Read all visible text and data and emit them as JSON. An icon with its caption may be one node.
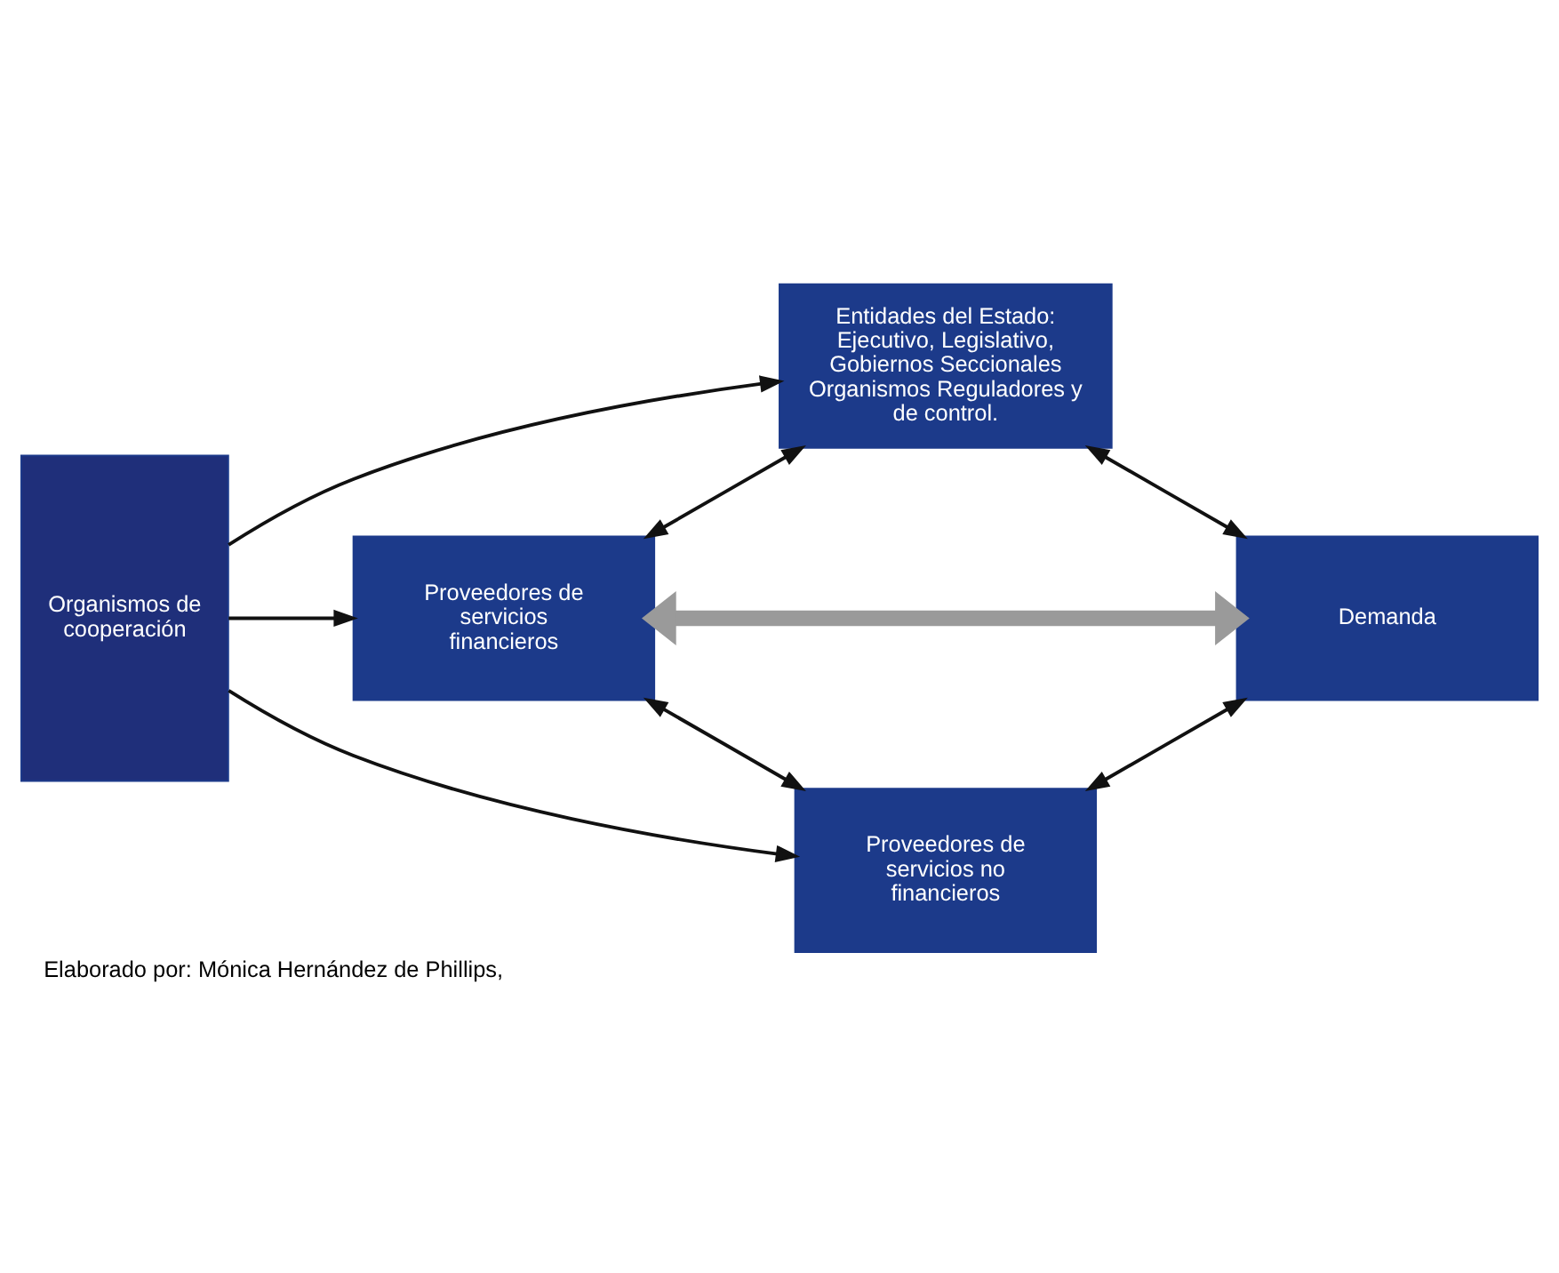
{
  "diagram": {
    "caption": "Elaborado por: Mónica Hernández de Phillips,",
    "nodes": [
      {
        "text": [
          "Organismos de cooperación"
        ]
      },
      {
        "text": [
          "Entidades del Estado: Ejecutivo, Legislativo, Gobiernos Seccionales Organismos Reguladores y de control."
        ]
      },
      {
        "text": [
          "Proveedores de servicios financieros"
        ]
      },
      {
        "text": [
          "Demanda"
        ]
      },
      {
        "text": [
          "Proveedores de servicios no financieros"
        ]
      }
    ],
    "edges": [
      {
        "from": 0,
        "to": 1,
        "arrow": "to"
      },
      {
        "from": 0,
        "to": 2,
        "arrow": "to"
      },
      {
        "from": 0,
        "to": 4,
        "arrow": "to"
      },
      {
        "from": 2,
        "to": 1,
        "arrow": "both"
      },
      {
        "from": 1,
        "to": 3,
        "arrow": "both"
      },
      {
        "from": 2,
        "to": 3,
        "arrow": "both",
        "style": "thick",
        "color": "#9a9a9a"
      },
      {
        "from": 2,
        "to": 4,
        "arrow": "both"
      },
      {
        "from": 4,
        "to": 3,
        "arrow": "both"
      }
    ]
  }
}
